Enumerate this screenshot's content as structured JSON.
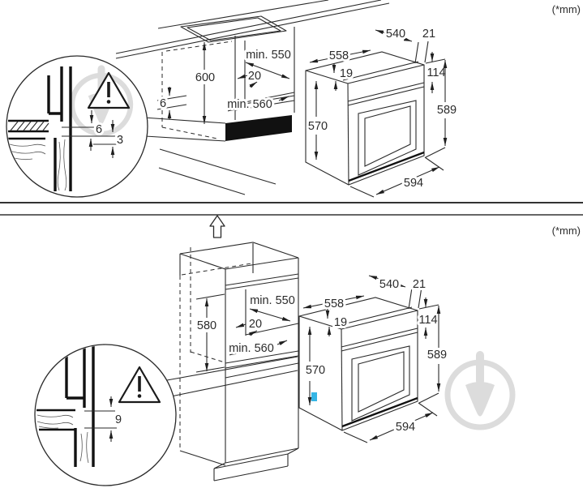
{
  "units_label": "(*mm)",
  "colors": {
    "line": "#2a2a2a",
    "plinth": "#111111",
    "highlight": "#35b5e5",
    "watermark": "#dcdcdc"
  },
  "top": {
    "cabinet": {
      "height": "600",
      "depth_min": "min. 550",
      "rear_gap": "20",
      "width_min": "min. 560",
      "clearance": "6"
    },
    "detail": {
      "top_gap": "6",
      "bottom_gap": "3"
    },
    "oven": {
      "top_depth": "540",
      "frame_offset": "21",
      "width": "558",
      "top_inset": "19",
      "panel_height": "114",
      "front_height": "589",
      "body_height": "570",
      "front_width": "594"
    }
  },
  "bottom": {
    "cabinet": {
      "height": "580",
      "depth_min": "min. 550",
      "rear_gap": "20",
      "width_min": "min. 560"
    },
    "detail": {
      "gap": "9"
    },
    "oven": {
      "top_depth": "540",
      "frame_offset": "21",
      "width": "558",
      "top_inset": "19",
      "panel_height": "114",
      "front_height": "589",
      "body_height": "570",
      "front_width": "594"
    }
  }
}
